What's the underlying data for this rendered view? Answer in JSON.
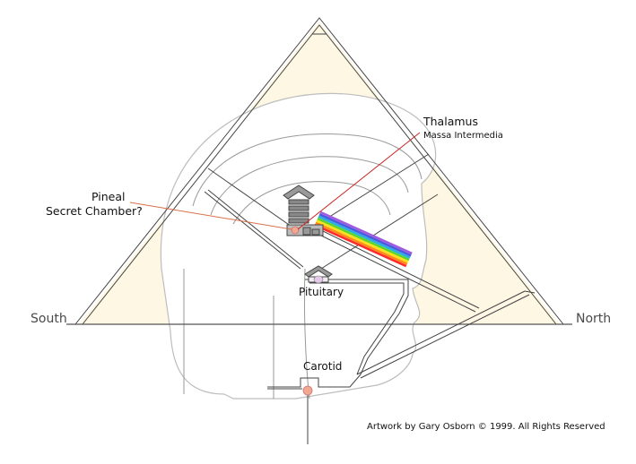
{
  "title": "Pyramid overlaid on human head cross-section",
  "labels": {
    "south": "South",
    "north": "North",
    "thalamus": "Thalamus",
    "massa_intermedia": "Massa Intermedia",
    "pineal": "Pineal",
    "secret_chamber": "Secret Chamber?",
    "pituitary": "Pituitary",
    "carotid": "Carotid",
    "credit": "Artwork by Gary Osborn © 1999. All Rights Reserved"
  },
  "colors": {
    "pyramid_fill": "#fdf7e3",
    "outline": "#444444",
    "pointer_red": "#cc2222",
    "pointer_orange": "#d9704a",
    "head_sketch": "#bdbdbd",
    "chamber_gray": "#777777",
    "gland_pink": "#f0a890"
  },
  "rainbow": [
    "#ff2a2a",
    "#ff8c1a",
    "#ffe01a",
    "#5fd42a",
    "#2ab0e0",
    "#4a5ae0",
    "#a05ae0"
  ]
}
